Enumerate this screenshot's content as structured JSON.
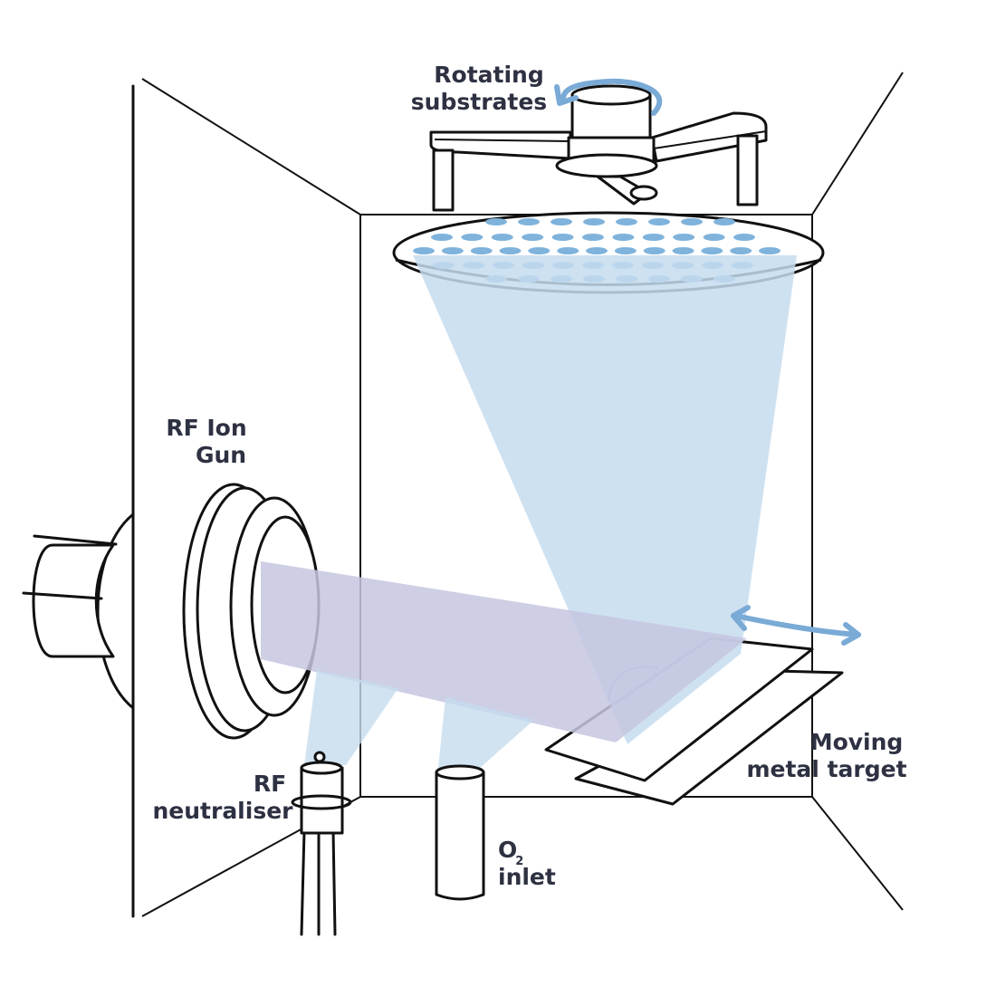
{
  "diagram": {
    "labels": {
      "rotating_line1": "Rotating",
      "rotating_line2": "substrates",
      "ion_gun_line1": "RF Ion",
      "ion_gun_line2": "Gun",
      "neutraliser_line1": "RF",
      "neutraliser_line2": "neutraliser",
      "o2_main": "O",
      "o2_sub": "2",
      "o2_line2": "inlet",
      "target_line1": "Moving",
      "target_line2": "metal target"
    },
    "colors": {
      "line": "#111111",
      "label": "#2d3142",
      "sputter_plume": "#c5dcee",
      "ion_beam": "#c6c6e0",
      "arrow": "#7aaad6",
      "substrate_dot": "#7fb3dc"
    }
  }
}
